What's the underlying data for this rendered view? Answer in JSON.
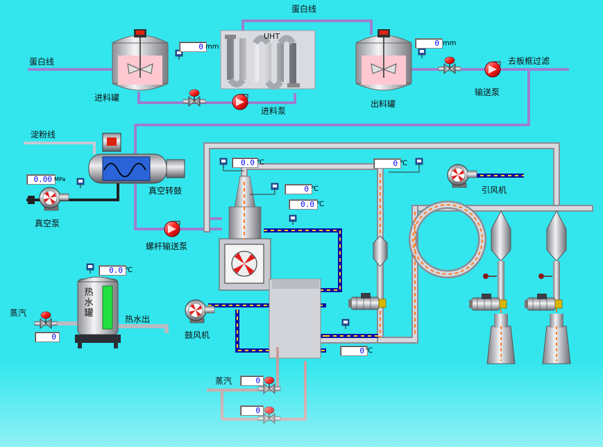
{
  "labels": {
    "protein_line_top": "蛋白线",
    "protein_line_left": "蛋白线",
    "uht": "UHT",
    "feed_tank": "进料罐",
    "feed_pump": "进料泵",
    "out_tank": "出料罐",
    "transfer_pump": "输送泵",
    "to_filter": "去板框过滤",
    "starch_line": "淀粉线",
    "vacuum_drum": "真空转鼓",
    "vacuum_pump": "真空泵",
    "induced_fan": "引风机",
    "screw_pump": "螺杆输送泵",
    "blower": "鼓风机",
    "steam_left": "蒸汽",
    "hot_water_out": "热水出",
    "hot_water_tank": "热水罐",
    "steam_bottom": "蒸汽"
  },
  "readouts": {
    "feed_tank_level": {
      "value": "0",
      "unit": "mm"
    },
    "out_tank_level": {
      "value": "0",
      "unit": "mm"
    },
    "vacuum_pressure": {
      "value": "0.00",
      "unit": "MPa"
    },
    "temp_dryer_inlet": {
      "value": "0.0",
      "unit": "℃"
    },
    "temp_fan_duct": {
      "value": "0",
      "unit": "℃"
    },
    "temp_tower_1": {
      "value": "0",
      "unit": "℃"
    },
    "temp_tower_2": {
      "value": "0.0",
      "unit": "℃"
    },
    "hot_water_temp": {
      "value": "0.0",
      "unit": "℃"
    },
    "steam_left_valve": {
      "value": "0",
      "unit": ""
    },
    "temp_heat_exchanger": {
      "value": "0",
      "unit": "℃"
    },
    "steam_valve_1": {
      "value": "0",
      "unit": ""
    },
    "steam_valve_2": {
      "value": "0",
      "unit": ""
    }
  },
  "colors": {
    "background": "#33e6ee",
    "pipe_purple": "#9b7fd1",
    "pipe_gray": "#b9bcc4",
    "pump_red": "#ff1e1e",
    "air_duct_blue": "#1010a0",
    "air_duct_dash": "#ffd21e",
    "hot_flow": "#ff7a1e",
    "green_level": "#22e040"
  },
  "icons": {
    "agitator": "agitator-icon",
    "centrifugal_pump": "pump-icon",
    "control_valve": "valve-icon",
    "transmitter": "transmitter-icon",
    "fan": "fan-icon"
  }
}
